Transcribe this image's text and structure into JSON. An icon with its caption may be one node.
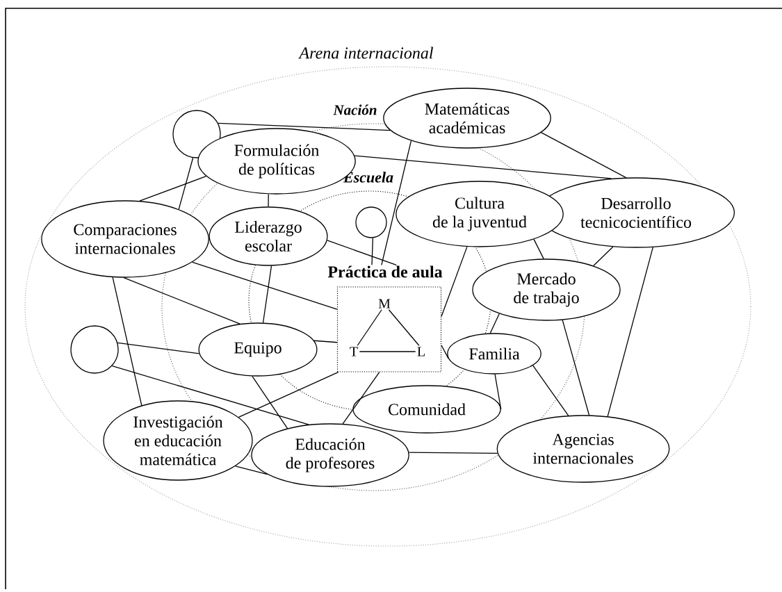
{
  "diagram": {
    "nodes": [
      {
        "text": [
          "Arena internacional"
        ]
      },
      {
        "text": [
          "Nación"
        ],
        "in": 0
      },
      {
        "text": [
          "Escuela"
        ],
        "in": 1
      },
      {
        "text": [],
        "shape": "circle",
        "in": 0
      },
      {
        "text": [
          "Matemáticas académicas"
        ],
        "in": 0
      },
      {
        "text": [
          "Formulación de políticas"
        ],
        "in": 1
      },
      {
        "text": [
          "Desarrollo tecnicocientífico"
        ],
        "in": 0
      },
      {
        "text": [
          "Comparaciones internacionales"
        ],
        "in": 0
      },
      {
        "text": [
          "Liderazgo escolar"
        ],
        "in": 1
      },
      {
        "text": [],
        "shape": "circle",
        "in": 2
      },
      {
        "text": [
          "Cultura de la juventud"
        ],
        "in": 1
      },
      {
        "text": [
          "Práctica de aula"
        ],
        "in": 2
      },
      {
        "text": [
          "M"
        ],
        "in": 11
      },
      {
        "text": [
          "T"
        ],
        "in": 11
      },
      {
        "text": [
          "L"
        ],
        "in": 11
      },
      {
        "text": [
          "Mercado de trabajo"
        ],
        "in": 0
      },
      {
        "text": [],
        "shape": "circle",
        "in": 0
      },
      {
        "text": [
          "Equipo"
        ],
        "in": 1
      },
      {
        "text": [
          "Familia"
        ],
        "in": 1
      },
      {
        "text": [
          "Comunidad"
        ],
        "in": 1
      },
      {
        "text": [
          "Investigación en educación matemática"
        ],
        "in": 0
      },
      {
        "text": [
          "Educación de profesores"
        ],
        "in": 1
      },
      {
        "text": [
          "Agencias internacionales"
        ],
        "in": 0
      }
    ],
    "edges": [
      {
        "from": 3,
        "to": 4,
        "arrow": "none"
      },
      {
        "from": 3,
        "to": 7,
        "arrow": "none"
      },
      {
        "from": 5,
        "to": 7,
        "arrow": "none"
      },
      {
        "from": 5,
        "to": 6,
        "arrow": "none"
      },
      {
        "from": 5,
        "to": 8,
        "arrow": "none"
      },
      {
        "from": 4,
        "to": 6,
        "arrow": "none"
      },
      {
        "from": 4,
        "to": 11,
        "arrow": "none"
      },
      {
        "from": 9,
        "to": 11,
        "arrow": "none"
      },
      {
        "from": 8,
        "to": 11,
        "arrow": "none"
      },
      {
        "from": 7,
        "to": 11,
        "arrow": "none"
      },
      {
        "from": 7,
        "to": 17,
        "arrow": "none"
      },
      {
        "from": 7,
        "to": 20,
        "arrow": "none"
      },
      {
        "from": 8,
        "to": 17,
        "arrow": "none"
      },
      {
        "from": 10,
        "to": 11,
        "arrow": "none"
      },
      {
        "from": 10,
        "to": 15,
        "arrow": "none"
      },
      {
        "from": 6,
        "to": 15,
        "arrow": "none"
      },
      {
        "from": 6,
        "to": 22,
        "arrow": "none"
      },
      {
        "from": 15,
        "to": 18,
        "arrow": "none"
      },
      {
        "from": 15,
        "to": 22,
        "arrow": "none"
      },
      {
        "from": 11,
        "to": 18,
        "arrow": "none"
      },
      {
        "from": 18,
        "to": 19,
        "arrow": "none"
      },
      {
        "from": 18,
        "to": 22,
        "arrow": "none"
      },
      {
        "from": 16,
        "to": 17,
        "arrow": "none"
      },
      {
        "from": 16,
        "to": 21,
        "arrow": "none"
      },
      {
        "from": 17,
        "to": 11,
        "arrow": "none"
      },
      {
        "from": 17,
        "to": 21,
        "arrow": "none"
      },
      {
        "from": 20,
        "to": 11,
        "arrow": "none"
      },
      {
        "from": 11,
        "to": 21,
        "arrow": "none"
      },
      {
        "from": 20,
        "to": 21,
        "arrow": "none"
      },
      {
        "from": 21,
        "to": 22,
        "arrow": "none"
      },
      {
        "from": 12,
        "to": 13,
        "arrow": "none"
      },
      {
        "from": 12,
        "to": 14,
        "arrow": "none"
      },
      {
        "from": 13,
        "to": 14,
        "arrow": "none"
      }
    ]
  }
}
